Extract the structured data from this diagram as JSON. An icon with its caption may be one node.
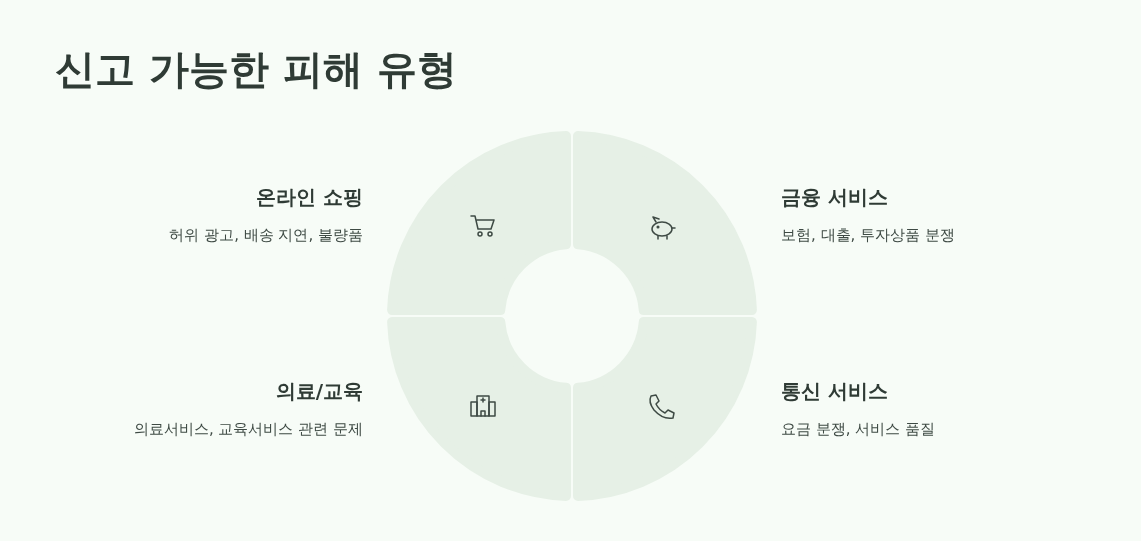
{
  "diagram": {
    "title": "신고 가능한 피해 유형",
    "labels": [
      "온라인 쇼핑",
      "허위 광고, 배송 지연, 불량품",
      "금융 서비스",
      "보험, 대출, 투자상품 분쟁",
      "의료/교육",
      "의료서비스, 교육서비스 관련 문제",
      "통신 서비스",
      "요금 분쟁, 서비스 품질"
    ]
  }
}
